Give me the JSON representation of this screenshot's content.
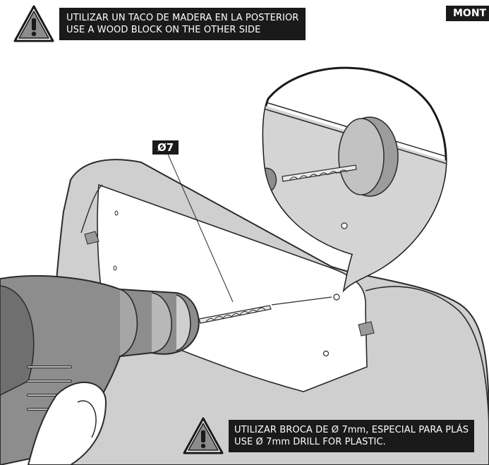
{
  "warning_top": {
    "line1": "UTILIZAR UN TACO DE MADERA EN LA POSTERIOR",
    "line2": "USE A WOOD BLOCK ON THE OTHER SIDE"
  },
  "header_chip": "MONT",
  "diameter_label": "Ø7",
  "warning_bottom": {
    "line1": "UTILIZAR BROCA DE Ø 7mm, ESPECIAL PARA PLÁS",
    "line2": "USE Ø 7mm DRILL FOR PLASTIC."
  },
  "icons": {
    "warning": "exclamation-triangle-icon"
  }
}
